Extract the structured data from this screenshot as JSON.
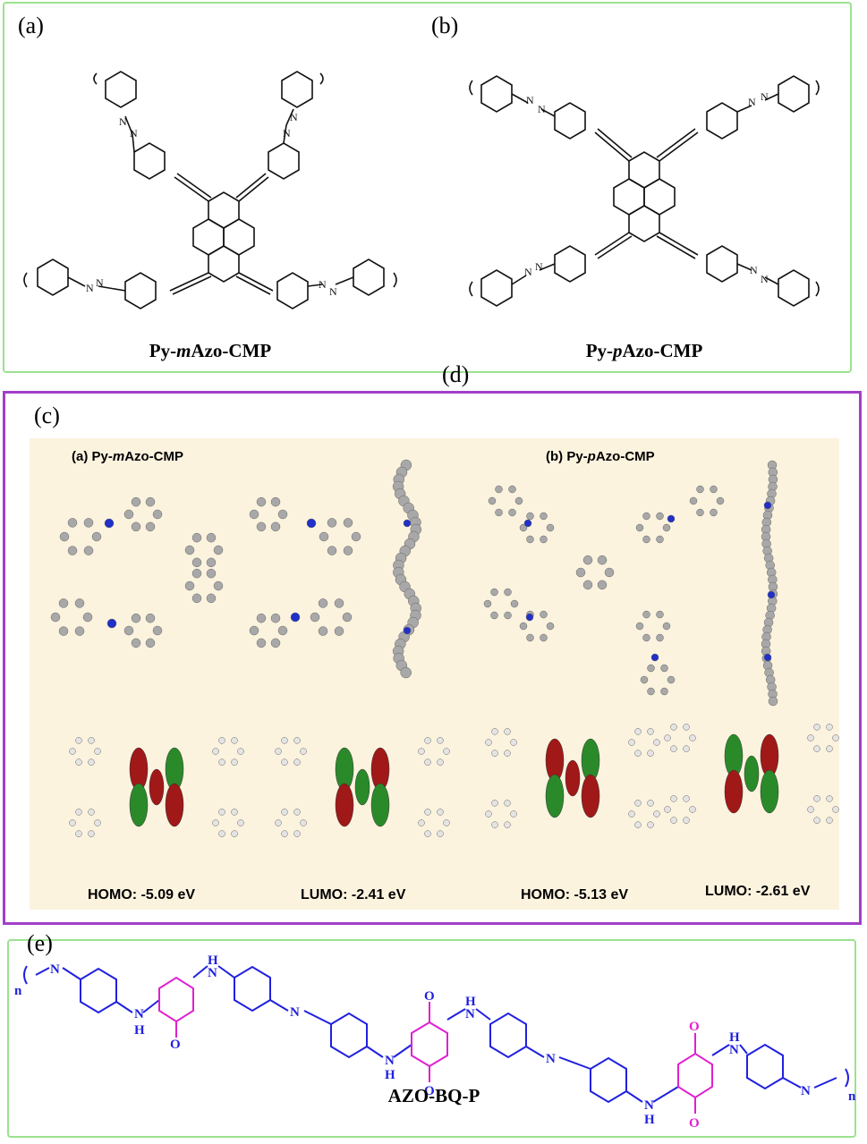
{
  "panel_a": {
    "label": "(a)",
    "caption_prefix": "Py-",
    "caption_italic": "m",
    "caption_suffix": "Azo-CMP"
  },
  "panel_b": {
    "label": "(b)",
    "caption_prefix": "Py-",
    "caption_italic": "p",
    "caption_suffix": "Azo-CMP"
  },
  "panel_d": {
    "label": "(d)"
  },
  "panel_c": {
    "label": "(c)",
    "sub_a": {
      "prefix": "(a) Py-",
      "italic": "m",
      "suffix": "Azo-CMP"
    },
    "sub_b": {
      "prefix": "(b) Py-",
      "italic": "p",
      "suffix": "Azo-CMP"
    },
    "energies": [
      "HOMO: -5.09 eV",
      "LUMO: -2.41 eV",
      "HOMO: -5.13 eV",
      "LUMO: -2.61 eV"
    ]
  },
  "panel_e": {
    "label": "(e)",
    "caption": "AZO-BQ-P",
    "atoms": {
      "n": "n",
      "N": "N",
      "H": "H",
      "O": "O"
    }
  },
  "colors": {
    "green_border": "#9be28f",
    "purple_border": "#a23fc8",
    "inset_bg": "#fcf3df",
    "azo_blue": "#2020e0",
    "quinone_magenta": "#e020d0"
  }
}
